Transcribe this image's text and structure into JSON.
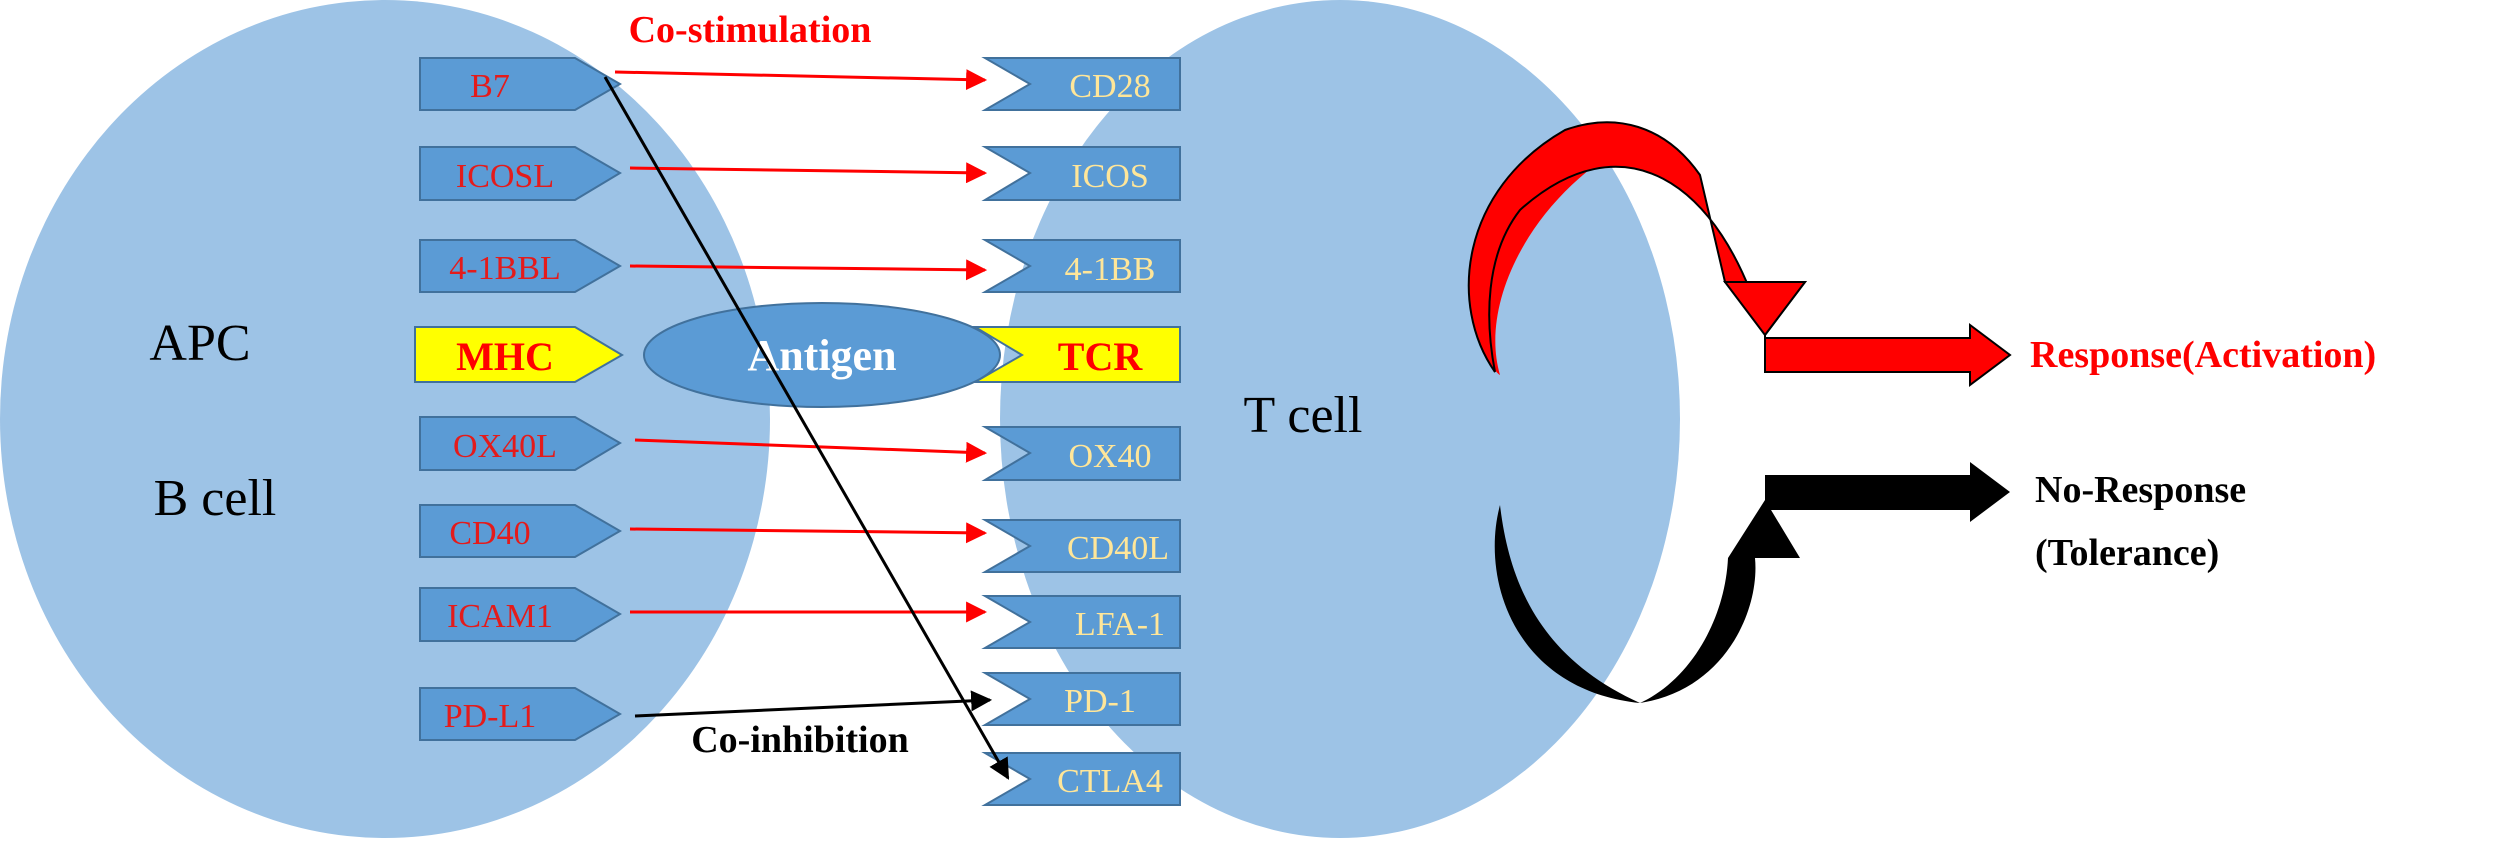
{
  "cells": {
    "apc_label_1": "APC",
    "apc_label_2": "B cell",
    "tcell_label": "T cell"
  },
  "ligands": [
    {
      "label": "B7"
    },
    {
      "label": "ICOSL"
    },
    {
      "label": "4-1BBL"
    },
    {
      "label": "MHC"
    },
    {
      "label": "OX40L"
    },
    {
      "label": "CD40"
    },
    {
      "label": "ICAM1"
    },
    {
      "label": "PD-L1"
    }
  ],
  "receptors": [
    {
      "label": "CD28"
    },
    {
      "label": "ICOS"
    },
    {
      "label": "4-1BB"
    },
    {
      "label": "TCR"
    },
    {
      "label": "OX40"
    },
    {
      "label": "CD40L"
    },
    {
      "label": "LFA-1"
    },
    {
      "label": "PD-1"
    },
    {
      "label": "CTLA4"
    }
  ],
  "antigen": "Antigen",
  "annotations": {
    "costimulation": "Co-stimulation",
    "coinhibition": "Co-inhibition"
  },
  "outcomes": {
    "activation": "Response(Activation)",
    "tolerance_line1": "No-Response",
    "tolerance_line2": "(Tolerance)"
  },
  "colors": {
    "cell_fill": "#9dc3e6",
    "box_fill": "#5b9bd5",
    "box_stroke": "#41719c",
    "highlight_fill": "#ffff00",
    "ligand_text": "#e41b1b",
    "receptor_text": "#ffe699",
    "mhc_tcr_text": "#ff0000",
    "costim_arrow": "#ff0000",
    "coinhib_arrow": "#000000",
    "activation_color": "#ff0000",
    "tolerance_color": "#000000",
    "antigen_text": "#ffffff"
  }
}
